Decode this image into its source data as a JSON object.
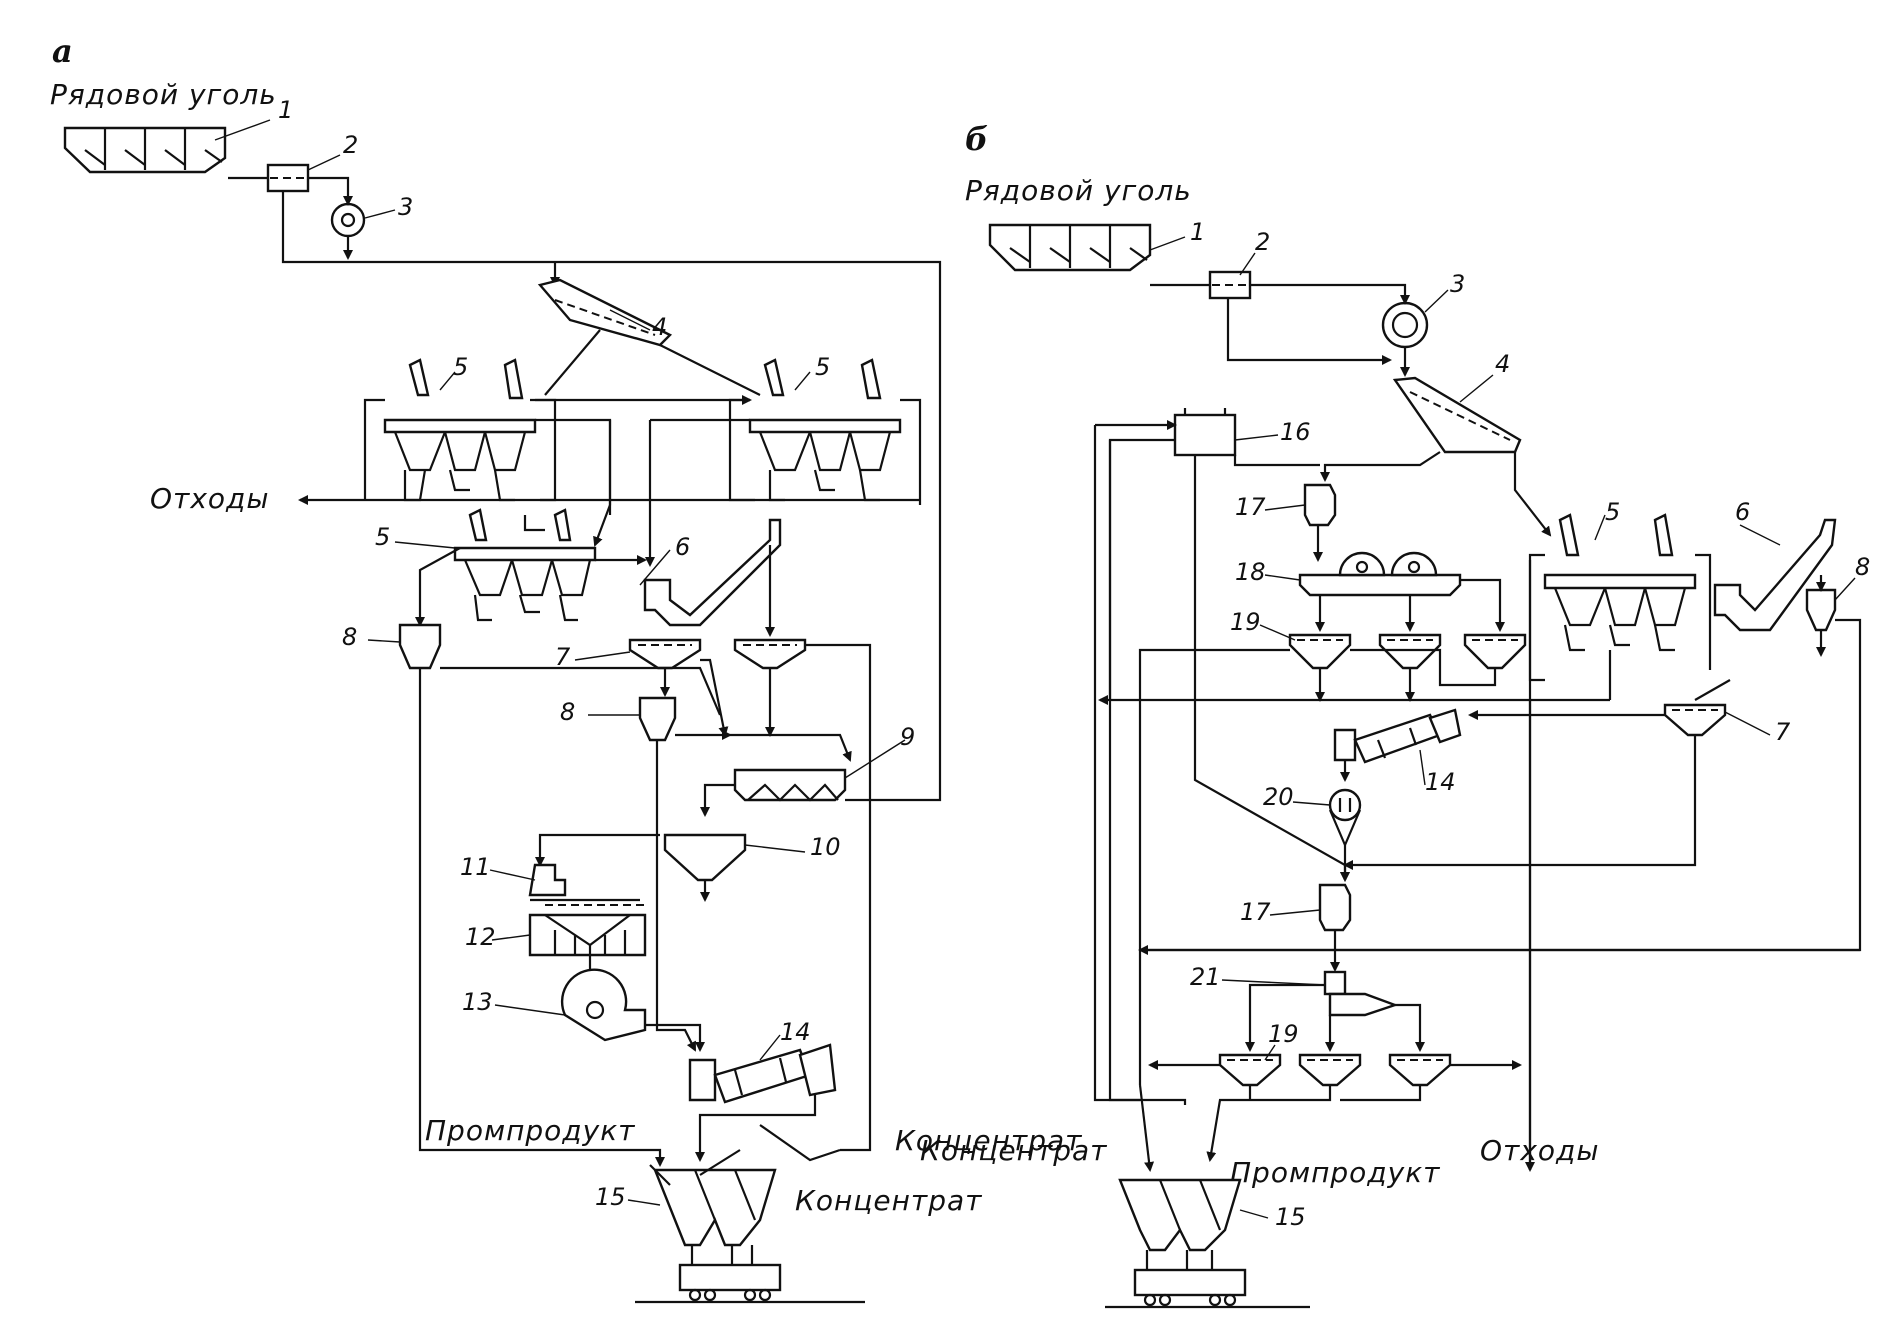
{
  "panels": {
    "a": {
      "letter": "а",
      "feed": "Рядовой уголь",
      "waste": "Отходы",
      "middlings": "Промпродукт",
      "concentrate_1": "Концентрат",
      "concentrate_2": "Концентрат"
    },
    "b": {
      "letter": "б",
      "feed": "Рядовой уголь",
      "concentrate": "Концентрат",
      "middlings": "Промпродукт",
      "waste": "Отходы"
    }
  },
  "numbers": {
    "a": [
      "1",
      "2",
      "3",
      "4",
      "5",
      "5",
      "5",
      "6",
      "7",
      "8",
      "8",
      "9",
      "10",
      "11",
      "12",
      "13",
      "14",
      "15"
    ],
    "b": [
      "1",
      "2",
      "3",
      "4",
      "5",
      "6",
      "7",
      "8",
      "14",
      "15",
      "16",
      "17",
      "17",
      "18",
      "19",
      "19",
      "20",
      "21"
    ]
  }
}
